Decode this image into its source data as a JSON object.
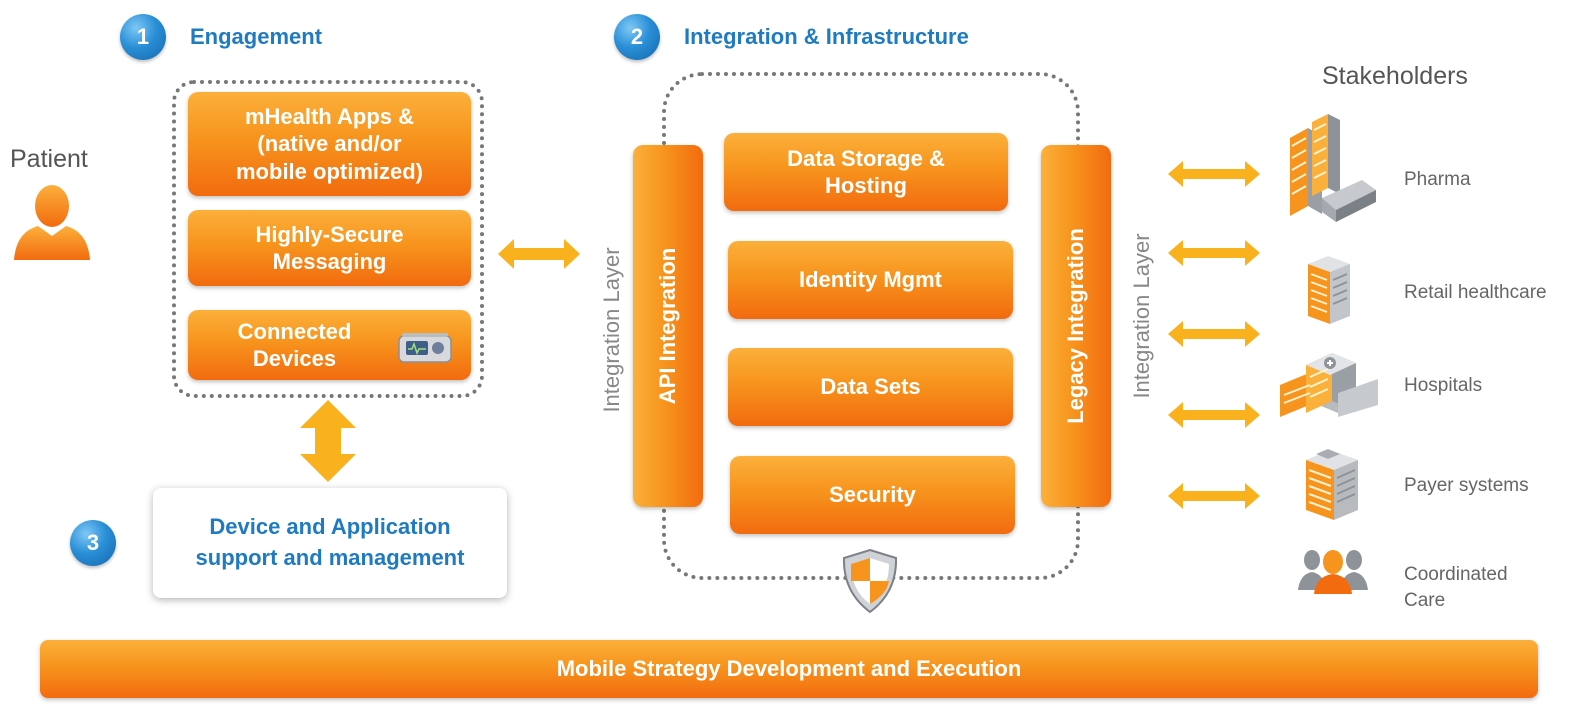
{
  "sections": {
    "engagement": {
      "number": "1",
      "title": "Engagement"
    },
    "integration": {
      "number": "2",
      "title": "Integration & Infrastructure"
    },
    "support": {
      "number": "3",
      "title": "Device and Application support and management",
      "line1": "Device and Application",
      "line2": "support and management"
    }
  },
  "patient": {
    "label": "Patient",
    "icon": "person-icon"
  },
  "engagement_boxes": [
    {
      "line1": "mHealth Apps &",
      "line2": "(native and/or",
      "line3": "mobile optimized)"
    },
    {
      "line1": "Highly-Secure",
      "line2": "Messaging"
    },
    {
      "line1": "Connected",
      "line2": "Devices",
      "icon": "medical-device-icon"
    }
  ],
  "integration": {
    "api_label": "API Integration",
    "legacy_label": "Legacy Integration",
    "layer_label_left": "Integration Layer",
    "layer_label_right": "Integration Layer",
    "boxes": [
      {
        "line1": "Data Storage &",
        "line2": "Hosting"
      },
      {
        "line1": "Identity Mgmt"
      },
      {
        "line1": "Data Sets"
      },
      {
        "line1": "Security"
      }
    ],
    "shield_icon": "shield-icon"
  },
  "stakeholders": {
    "title": "Stakeholders",
    "items": [
      {
        "label": "Pharma",
        "icon": "pharma-building-icon"
      },
      {
        "label": "Retail healthcare",
        "icon": "retail-building-icon"
      },
      {
        "label": "Hospitals",
        "icon": "hospital-building-icon"
      },
      {
        "label": "Payer systems",
        "icon": "payer-building-icon"
      },
      {
        "label_line1": "Coordinated",
        "label_line2": "Care",
        "icon": "people-group-icon"
      }
    ]
  },
  "footer": {
    "label": "Mobile Strategy Development and Execution"
  },
  "colors": {
    "orange_light": "#fbb03b",
    "orange_dark": "#f26b0f",
    "blue": "#1f7bc1",
    "arrow": "#f9b21e"
  }
}
